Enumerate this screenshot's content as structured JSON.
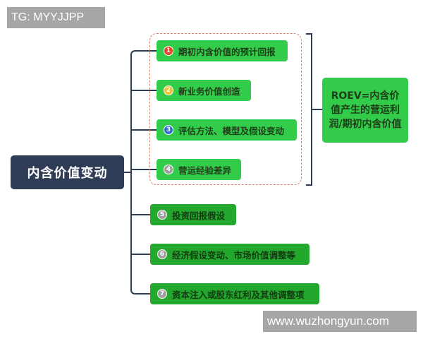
{
  "watermarks": {
    "top_left": "TG: MYYJJPP",
    "bottom_right": "www.wuzhongyun.com"
  },
  "root": {
    "label": "内含价值变动"
  },
  "branches": [
    {
      "num": "1",
      "label": "期初内含价值的预计回报",
      "badge_color": "#e8432b",
      "group": "ROEV"
    },
    {
      "num": "2",
      "label": "新业务价值创造",
      "badge_color": "#f2c230",
      "group": "ROEV"
    },
    {
      "num": "3",
      "label": "评估方法、模型及假设变动",
      "badge_color": "#2f6fd6",
      "group": "ROEV"
    },
    {
      "num": "4",
      "label": "营运经验差异",
      "badge_color": "#a0a0a0",
      "group": "ROEV"
    },
    {
      "num": "5",
      "label": "投资回报假设",
      "badge_color": "#a0a0a0",
      "group": "other"
    },
    {
      "num": "6",
      "label": "经济假设变动、市场价值调整等",
      "badge_color": "#a0a0a0",
      "group": "other"
    },
    {
      "num": "7",
      "label": "资本注入或股东红利及其他调整项",
      "badge_color": "#a0a0a0",
      "group": "other"
    }
  ],
  "summary": {
    "label": "ROEV=内含价值产生的营运利润/期初内含价值"
  },
  "colors": {
    "root_bg": "#2e3d55",
    "node_light": "#33cc4a",
    "node_dark": "#22a82c",
    "dash_border": "#d9826a",
    "connector": "#2e3d55"
  }
}
